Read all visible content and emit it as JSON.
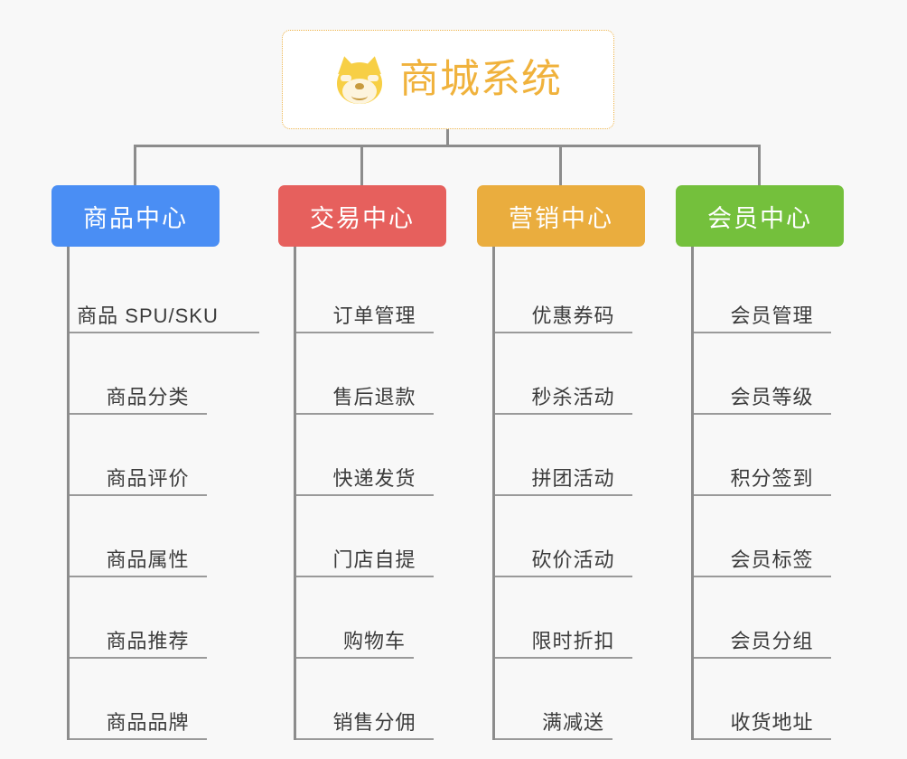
{
  "root": {
    "title": "商城系统",
    "icon": "dog-face-icon",
    "border_color": "#edb349",
    "text_color": "#f0b23c",
    "background": "#ffffff"
  },
  "canvas": {
    "background": "#f8f8f8",
    "connector_color": "#8c8c8c",
    "divider_color": "#9a9a9a"
  },
  "categories": [
    {
      "label": "商品中心",
      "color": "#4a8ef4",
      "items": [
        "商品 SPU/SKU",
        "商品分类",
        "商品评价",
        "商品属性",
        "商品推荐",
        "商品品牌"
      ]
    },
    {
      "label": "交易中心",
      "color": "#e6605d",
      "items": [
        "订单管理",
        "售后退款",
        "快递发货",
        "门店自提",
        "购物车",
        "销售分佣"
      ]
    },
    {
      "label": "营销中心",
      "color": "#eaad3e",
      "items": [
        "优惠券码",
        "秒杀活动",
        "拼团活动",
        "砍价活动",
        "限时折扣",
        "满减送"
      ]
    },
    {
      "label": "会员中心",
      "color": "#74c03c",
      "items": [
        "会员管理",
        "会员等级",
        "积分签到",
        "会员标签",
        "会员分组",
        "收货地址"
      ]
    }
  ]
}
